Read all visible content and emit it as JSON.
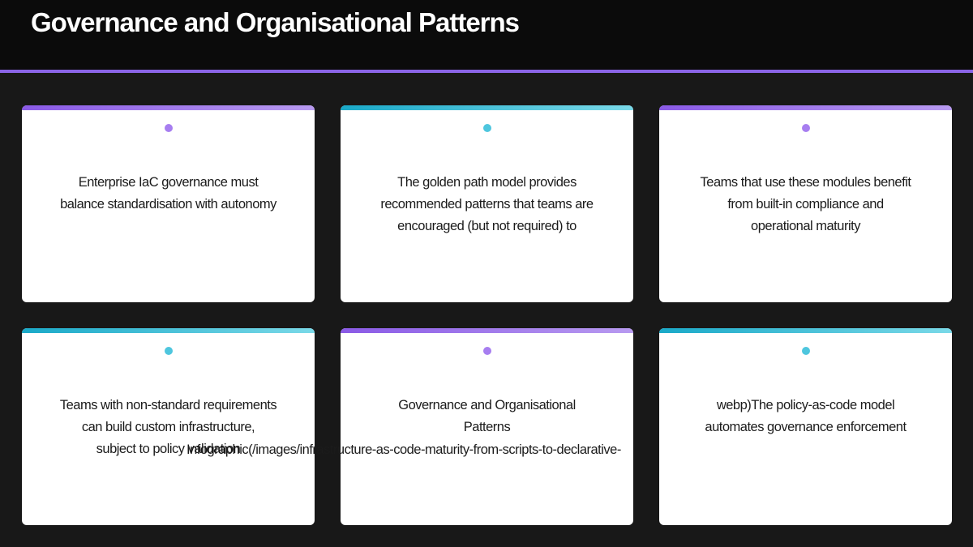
{
  "slide": {
    "title": "Governance and Organisational Patterns"
  },
  "cards": [
    {
      "color": "purple",
      "lines": [
        "Enterprise IaC governance must",
        "balance standardisation with autonomy"
      ]
    },
    {
      "color": "cyan",
      "lines": [
        "The golden path model provides",
        "recommended patterns that teams are",
        "encouraged (but not required) to"
      ]
    },
    {
      "color": "purple",
      "lines": [
        "Teams that use these modules benefit",
        "from built-in compliance and",
        "operational maturity"
      ]
    },
    {
      "color": "cyan",
      "lines": [
        "Teams with non-standard requirements",
        "can build custom infrastructure,",
        "subject to policy validation"
      ]
    },
    {
      "color": "purple",
      "lines": [
        "Governance and Organisational",
        "Patterns"
      ]
    },
    {
      "color": "cyan",
      "lines": [
        "webp)The policy-as-code model",
        "automates governance enforcement"
      ]
    }
  ],
  "overflow_text": "Infographic(/images/infrastructure-as-code-maturity-from-scripts-to-declarative-",
  "colors": {
    "purple_accent": "#8a64e6",
    "cyan_accent": "#1aa9c8",
    "background": "#181818"
  }
}
